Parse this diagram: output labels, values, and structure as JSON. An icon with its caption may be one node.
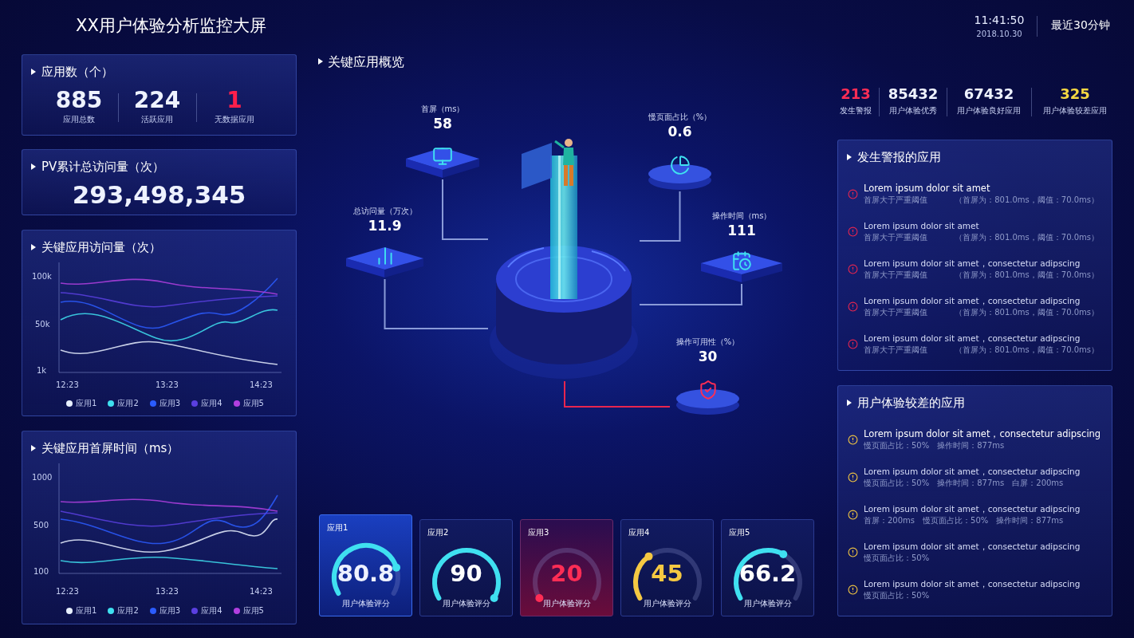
{
  "diagram": {
    "title": "XX用户体验分析监控大屏",
    "nodes": [
      {
        "text": [
          "应用数（个）"
        ]
      },
      {
        "text": [
          "885",
          "应用总数"
        ],
        "in": 0
      },
      {
        "text": [
          "224",
          "活跃应用"
        ],
        "in": 0
      },
      {
        "text": [
          "1",
          "无数据应用"
        ],
        "in": 0
      },
      {
        "text": [
          "PV累计总访问量（次）",
          "293,498,345"
        ]
      },
      {
        "text": [
          "关键应用访问量（次）"
        ]
      },
      {
        "text": [
          "关键应用首屏时间（ms）"
        ]
      },
      {
        "text": [],
        "shape": "picture"
      },
      {
        "text": [
          "首屏（ms）",
          "58"
        ]
      },
      {
        "text": [
          "慢页面占比（%）",
          "0.6"
        ]
      },
      {
        "text": [
          "总访问量（万次）",
          "11.9"
        ]
      },
      {
        "text": [
          "操作时间（ms）",
          "111"
        ]
      },
      {
        "text": [
          "操作可用性（%）",
          "30"
        ]
      },
      {
        "text": [
          "发生警报的应用"
        ]
      },
      {
        "text": [
          "用户体验较差的应用"
        ]
      },
      {
        "text": [
          "应用1",
          "80.8",
          "用户体验评分"
        ]
      },
      {
        "text": [
          "应用2",
          "90",
          "用户体验评分"
        ]
      },
      {
        "text": [
          "应用3",
          "20",
          "用户体验评分"
        ]
      },
      {
        "text": [
          "应用4",
          "45",
          "用户体验评分"
        ]
      },
      {
        "text": [
          "应用5",
          "66.2",
          "用户体验评分"
        ]
      }
    ],
    "edges": [
      {
        "from": 8,
        "to": 7,
        "arrow": "none"
      },
      {
        "from": 9,
        "to": 7,
        "arrow": "none"
      },
      {
        "from": 10,
        "to": 7,
        "arrow": "none"
      },
      {
        "from": 11,
        "to": 7,
        "arrow": "none"
      },
      {
        "from": 12,
        "to": 7,
        "arrow": "none",
        "color": "#e8254f"
      }
    ],
    "labels": [
      "11:41:50",
      "2018.10.30",
      "最近30分钟",
      "关键应用概览",
      "213",
      "发生警报",
      "85432",
      "用户体验优秀",
      "67432",
      "用户体验良好应用",
      "325",
      "用户体验较差应用",
      "100k",
      "50k",
      "1k",
      "12:23",
      "13:23",
      "14:23",
      "1000",
      "500",
      "100",
      "12:23",
      "13:23",
      "14:23",
      "Lorem ipsum dolor sit amet",
      "首屏大于严重阈值",
      "（首屏为：801.0ms，阈值：70.0ms）",
      "Lorem ipsum dolor sit amet",
      "首屏大于严重阈值",
      "（首屏为：801.0ms，阈值：70.0ms）",
      "Lorem ipsum dolor sit amet，consectetur adipscing",
      "首屏大于严重阈值",
      "（首屏为：801.0ms，阈值：70.0ms）",
      "Lorem ipsum dolor sit amet，consectetur adipscing",
      "首屏大于严重阈值",
      "（首屏为：801.0ms，阈值：70.0ms）",
      "Lorem ipsum dolor sit amet，consectetur adipscing",
      "首屏大于严重阈值",
      "（首屏为：801.0ms，阈值：70.0ms）",
      "Lorem ipsum dolor sit amet，consectetur adipscing",
      "慢页面占比：50%　操作时间：877ms",
      "Lorem ipsum dolor sit amet，consectetur adipscing",
      "慢页面占比：50%　操作时间：877ms　白屏：200ms",
      "Lorem ipsum dolor sit amet，consectetur adipscing",
      "首屏：200ms　慢页面占比：50%　操作时间：877ms",
      "Lorem ipsum dolor sit amet，consectetur adipscing",
      "慢页面占比：50%",
      "Lorem ipsum dolor sit amet，consectetur adipscing",
      "慢页面占比：50%"
    ],
    "legend": [
      {
        "text": "应用1",
        "color": "#e8f0ff"
      },
      {
        "text": "应用2",
        "color": "#3fe0f0"
      },
      {
        "text": "应用3",
        "color": "#2b5cff"
      },
      {
        "text": "应用4",
        "color": "#5a3fe0"
      },
      {
        "text": "应用5",
        "color": "#b23fe0"
      },
      {
        "text": "应用1",
        "color": "#e8f0ff"
      },
      {
        "text": "应用2",
        "color": "#3fe0f0"
      },
      {
        "text": "应用3",
        "color": "#2b5cff"
      },
      {
        "text": "应用4",
        "color": "#5a3fe0"
      },
      {
        "text": "应用5",
        "color": "#b23fe0"
      }
    ]
  }
}
